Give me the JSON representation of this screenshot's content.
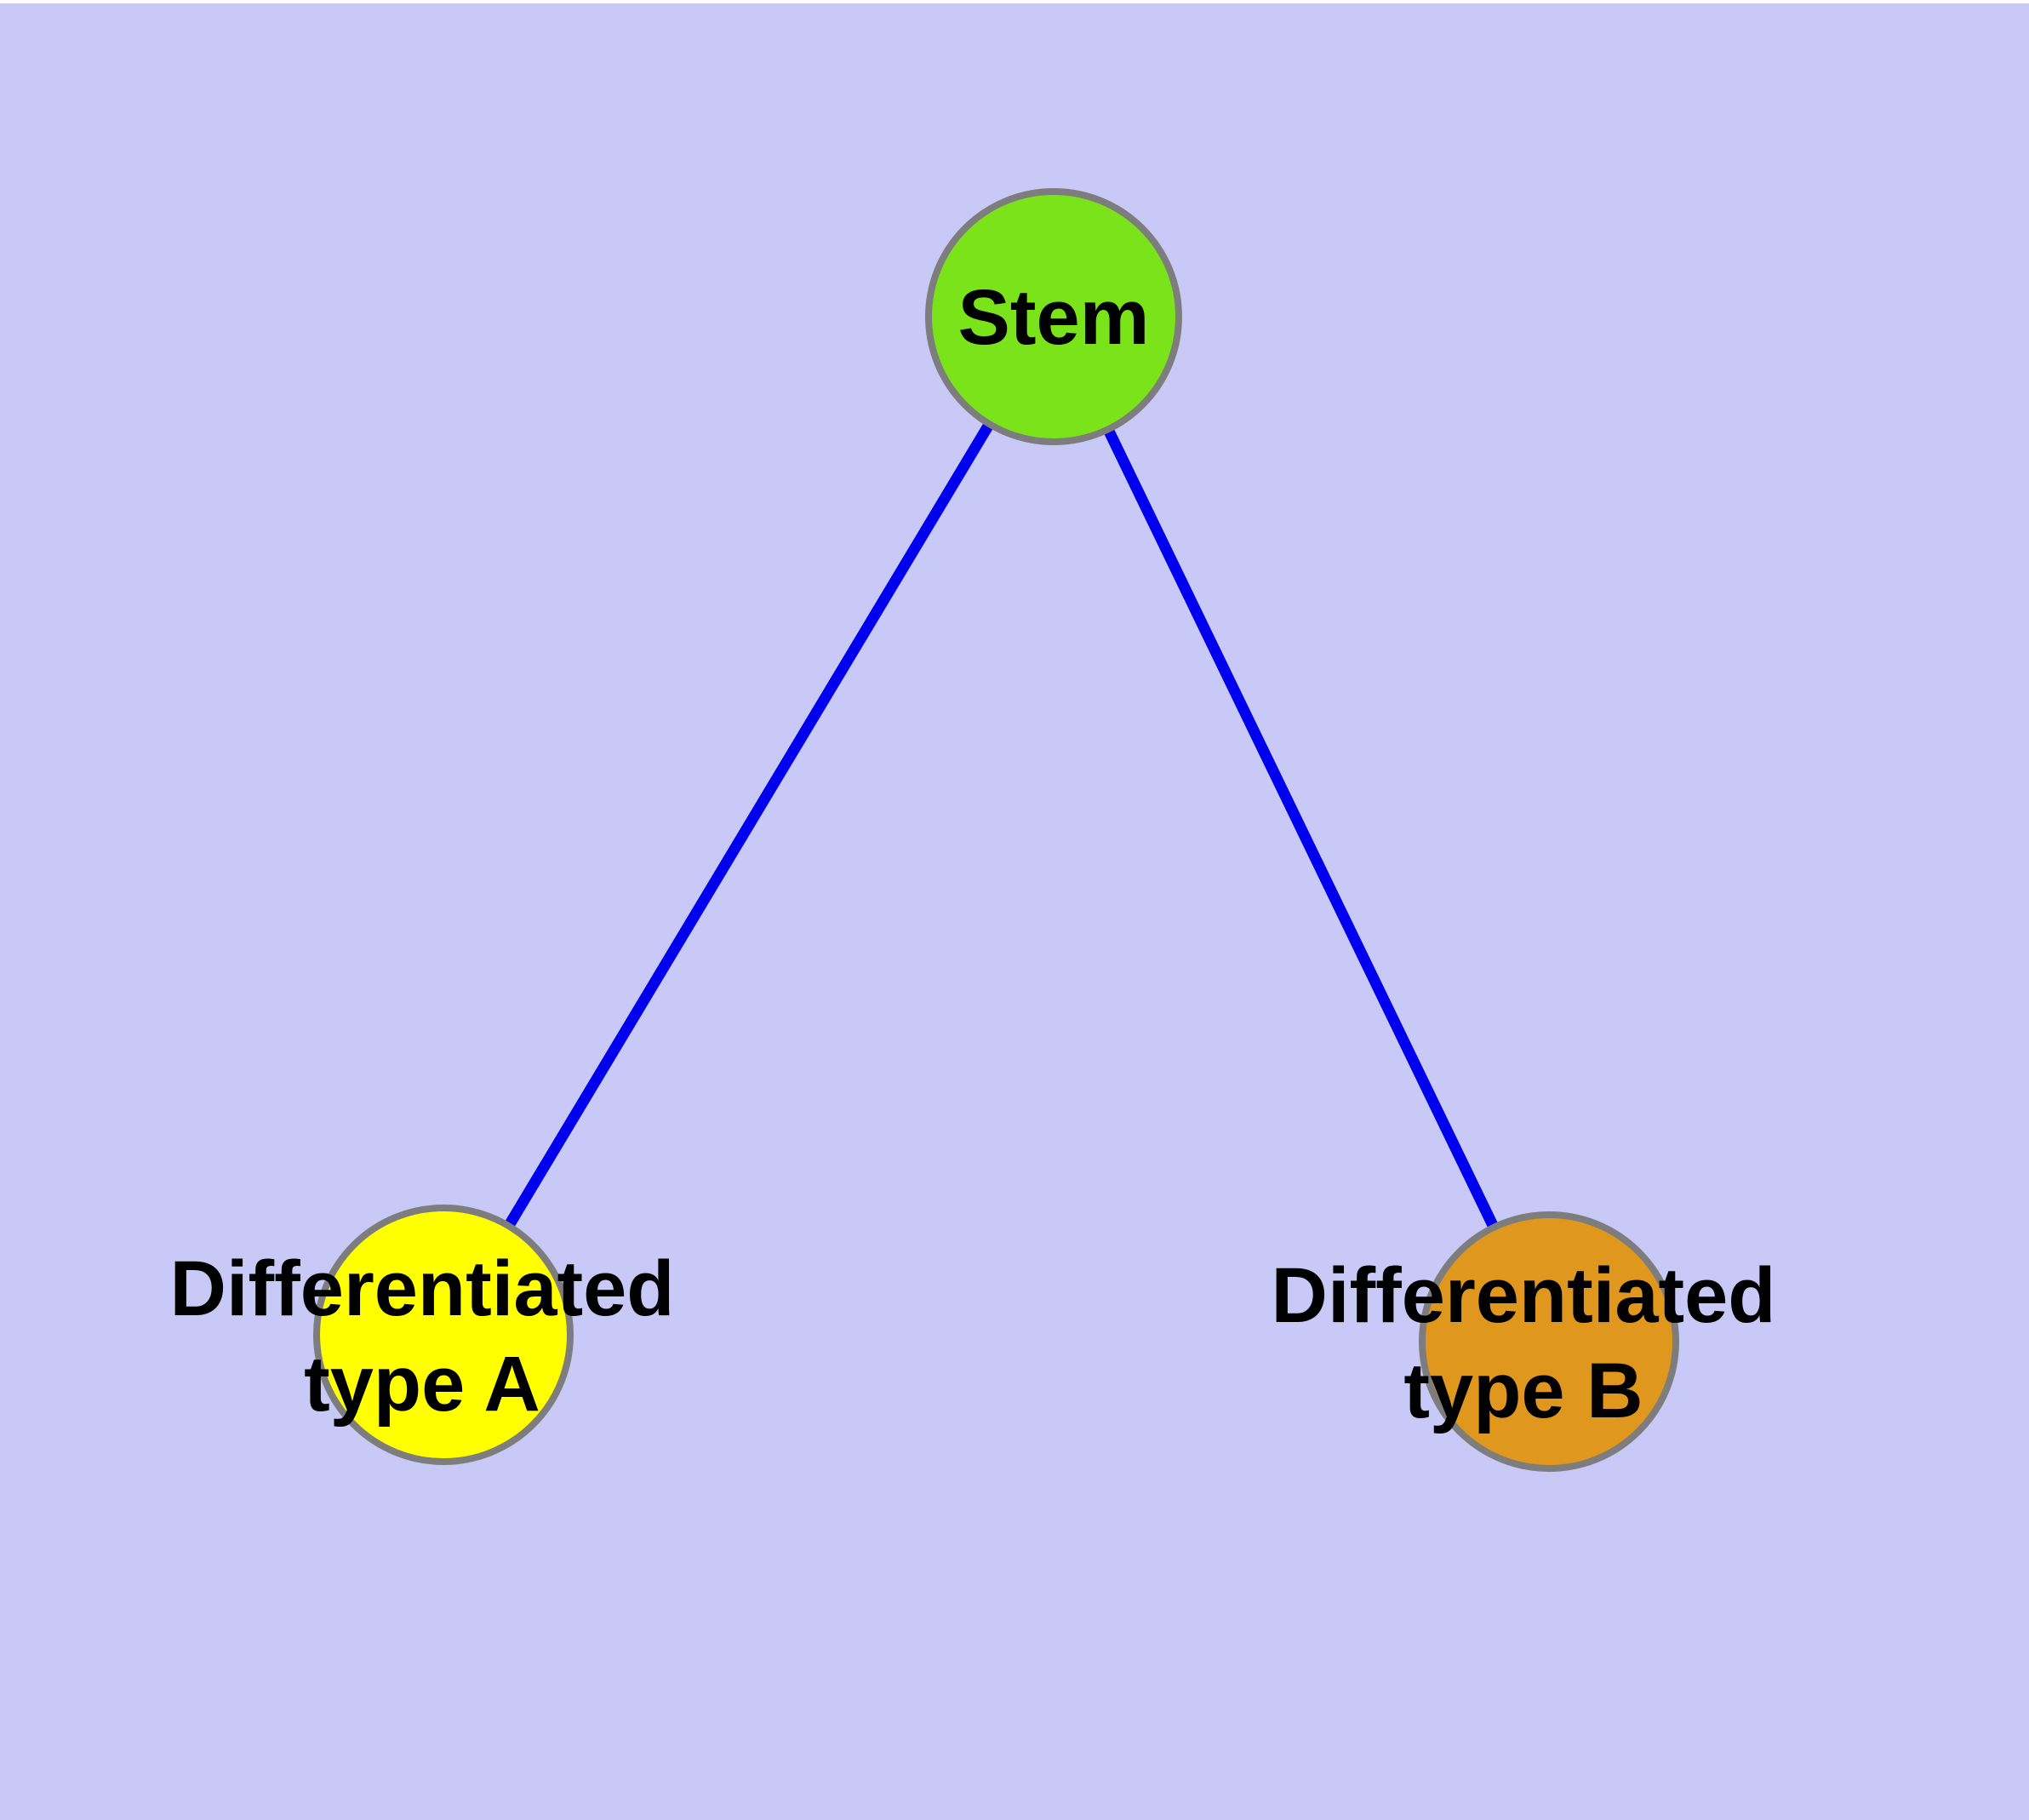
{
  "diagram": {
    "background_color": "#c9c9f8",
    "edge_color": "#0000ee",
    "node_border_color": "#7d7d7d",
    "label_color": "#000000",
    "nodes": [
      {
        "id": "stem",
        "label": "Stem",
        "fill": "#7be31a"
      },
      {
        "id": "differentiated-type-a",
        "label": "Differentiated type A",
        "line1": "Differentiated",
        "line2": "type A",
        "fill": "#ffff00"
      },
      {
        "id": "differentiated-type-b",
        "label": "Differentiated type B",
        "line1": "Differentiated",
        "line2": "type B",
        "fill": "#e0971d"
      }
    ],
    "edges": [
      {
        "from": "Stem",
        "to": "Differentiated type A"
      },
      {
        "from": "Stem",
        "to": "Differentiated type B"
      }
    ]
  }
}
